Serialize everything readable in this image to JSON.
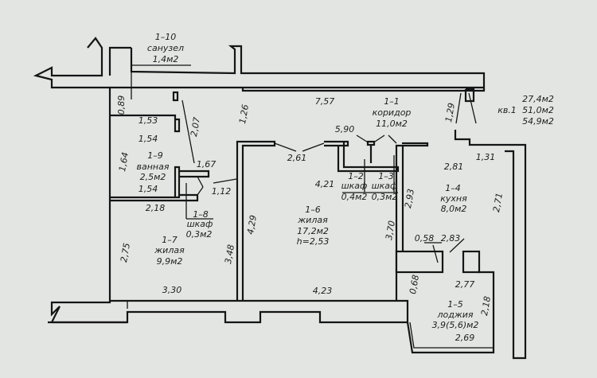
{
  "apartment": {
    "label": "кв.1",
    "areas": [
      "27,4м2",
      "51,0м2",
      "54,9м2"
    ]
  },
  "rooms": [
    {
      "num": "1–1",
      "name": "коридор",
      "area": "11,0м2"
    },
    {
      "num": "1–2",
      "name": "шкаф",
      "area": "0,4м2"
    },
    {
      "num": "1–3",
      "name": "шкаф",
      "area": "0,3м2"
    },
    {
      "num": "1–4",
      "name": "кухня",
      "area": "8,0м2"
    },
    {
      "num": "1–5",
      "name": "лоджия",
      "area": "3,9(5,6)м2"
    },
    {
      "num": "1–6",
      "name": "жилая",
      "area": "17,2м2",
      "height": "h=2,53"
    },
    {
      "num": "1–7",
      "name": "жилая",
      "area": "9,9м2"
    },
    {
      "num": "1–8",
      "name": "шкаф",
      "area": "0,3м2"
    },
    {
      "num": "1–9",
      "name": "ванная",
      "area": "2,5м2"
    },
    {
      "num": "1–10",
      "name": "санузел",
      "area": "1,4м2"
    }
  ],
  "dims": {
    "d089": "0,89",
    "d153": "1,53",
    "d154a": "1,54",
    "d207": "2,07",
    "d126": "1,26",
    "d757": "7,57",
    "d590": "5,90",
    "d129": "1,29",
    "d164": "1,64",
    "d167": "1,67",
    "d112": "1,12",
    "d154b": "1,54",
    "d261": "2,61",
    "d421": "4,21",
    "d281": "2,81",
    "d131": "1,31",
    "d293": "2,93",
    "d271": "2,71",
    "d218a": "2,18",
    "d429": "4,29",
    "d370": "3,70",
    "d348": "3,48",
    "d275": "2,75",
    "d058": "0,58",
    "d283": "2,83",
    "d330": "3,30",
    "d423": "4,23",
    "d277": "2,77",
    "d068": "0,68",
    "d218b": "2,18",
    "d269": "2,69"
  }
}
